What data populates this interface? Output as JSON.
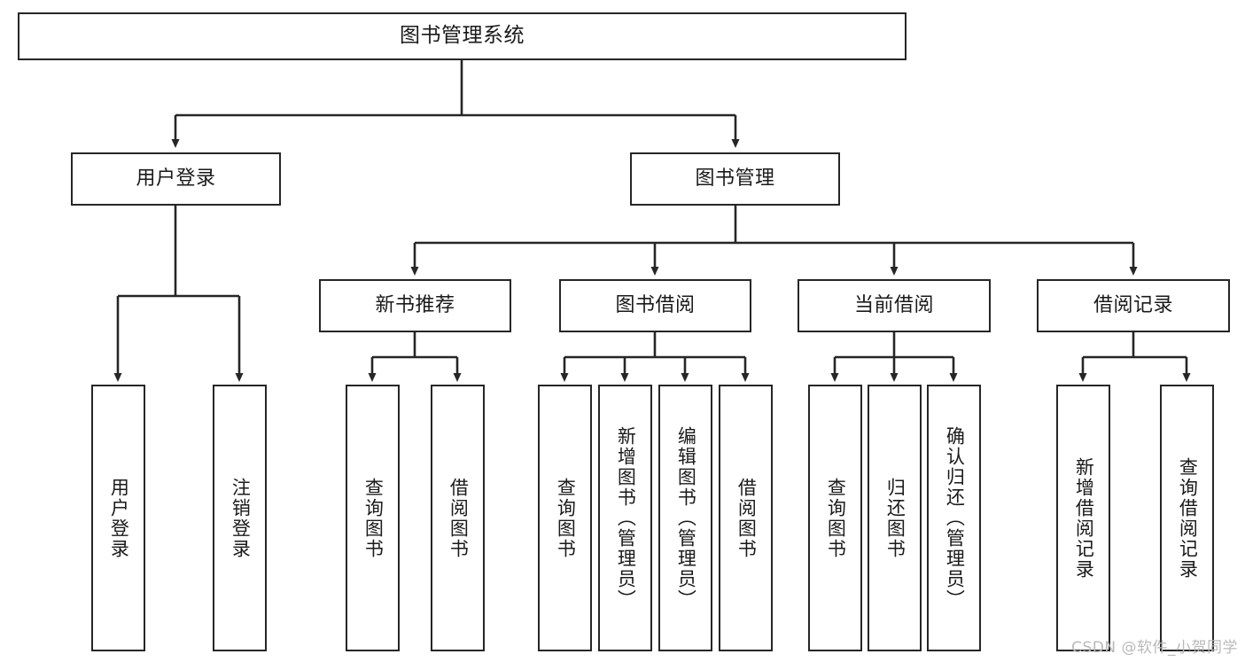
{
  "diagram": {
    "title": "图书管理系统",
    "watermark": "CSDN @软件_小贺同学",
    "line_color": "#262626",
    "box_fill": "#ffffff",
    "text_color": "#1a1a1a",
    "levels": {
      "root": {
        "label": "图书管理系统"
      },
      "level2": [
        {
          "label": "用户登录"
        },
        {
          "label": "图书管理"
        }
      ],
      "level3": [
        {
          "label": "新书推荐"
        },
        {
          "label": "图书借阅"
        },
        {
          "label": "当前借阅"
        },
        {
          "label": "借阅记录"
        }
      ],
      "leaves": {
        "user_login": [
          {
            "label": "用户登录"
          },
          {
            "label": "注销登录"
          }
        ],
        "new_book": [
          {
            "label": "查询图书"
          },
          {
            "label": "借阅图书"
          }
        ],
        "book_borrow": [
          {
            "label": "查询图书"
          },
          {
            "label": "新增图书（管理员）"
          },
          {
            "label": "编辑图书（管理员）"
          },
          {
            "label": "借阅图书"
          }
        ],
        "current_borrow": [
          {
            "label": "查询图书"
          },
          {
            "label": "归还图书"
          },
          {
            "label": "确认归还（管理员）"
          }
        ],
        "borrow_record": [
          {
            "label": "新增借阅记录"
          },
          {
            "label": "查询借阅记录"
          }
        ]
      }
    }
  }
}
